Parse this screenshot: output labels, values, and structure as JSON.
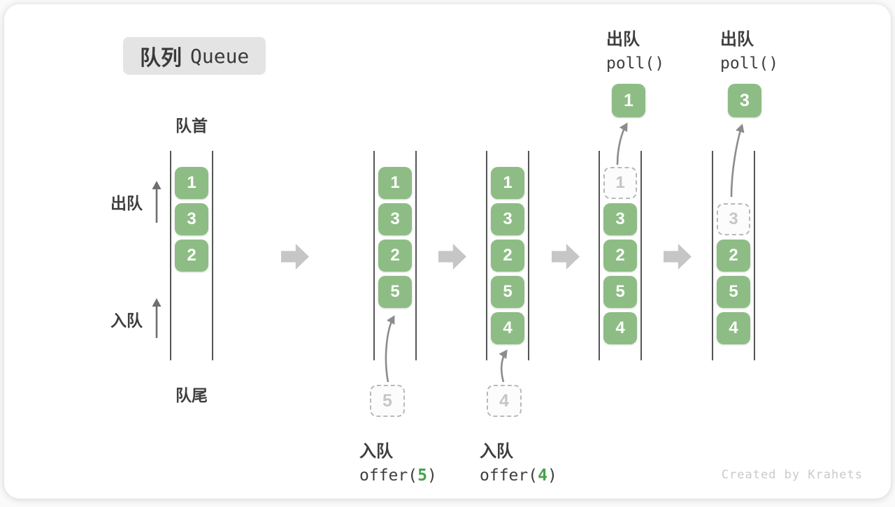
{
  "title": {
    "cn": "队列",
    "en": "Queue"
  },
  "labels": {
    "front": "队首",
    "rear": "队尾",
    "dequeue": "出队",
    "enqueue": "入队"
  },
  "queues": [
    {
      "cells": [
        {
          "value": "1",
          "type": "solid"
        },
        {
          "value": "3",
          "type": "solid"
        },
        {
          "value": "2",
          "type": "solid"
        }
      ]
    },
    {
      "cells": [
        {
          "value": "1",
          "type": "solid"
        },
        {
          "value": "3",
          "type": "solid"
        },
        {
          "value": "2",
          "type": "solid"
        },
        {
          "value": "5",
          "type": "solid"
        }
      ]
    },
    {
      "cells": [
        {
          "value": "1",
          "type": "solid"
        },
        {
          "value": "3",
          "type": "solid"
        },
        {
          "value": "2",
          "type": "solid"
        },
        {
          "value": "5",
          "type": "solid"
        },
        {
          "value": "4",
          "type": "solid"
        }
      ]
    },
    {
      "cells": [
        {
          "value": "1",
          "type": "dashed"
        },
        {
          "value": "3",
          "type": "solid"
        },
        {
          "value": "2",
          "type": "solid"
        },
        {
          "value": "5",
          "type": "solid"
        },
        {
          "value": "4",
          "type": "solid"
        }
      ]
    },
    {
      "cells": [
        {
          "value": "3",
          "type": "dashed"
        },
        {
          "value": "2",
          "type": "solid"
        },
        {
          "value": "5",
          "type": "solid"
        },
        {
          "value": "4",
          "type": "solid"
        }
      ]
    }
  ],
  "operations": {
    "enqueue5": {
      "label": "入队",
      "fn": "offer(",
      "arg": "5",
      "close": ")",
      "pending": "5"
    },
    "enqueue4": {
      "label": "入队",
      "fn": "offer(",
      "arg": "4",
      "close": ")",
      "pending": "4"
    },
    "poll1": {
      "label": "出队",
      "fn": "poll()",
      "popped": "1"
    },
    "poll2": {
      "label": "出队",
      "fn": "poll()",
      "popped": "3"
    }
  },
  "watermark": "Created by Krahets",
  "colors": {
    "box_green": "#8dbd84",
    "accent_green": "#47a04b",
    "arrow_gray": "#c6c6c6",
    "line_gray": "#555555"
  }
}
